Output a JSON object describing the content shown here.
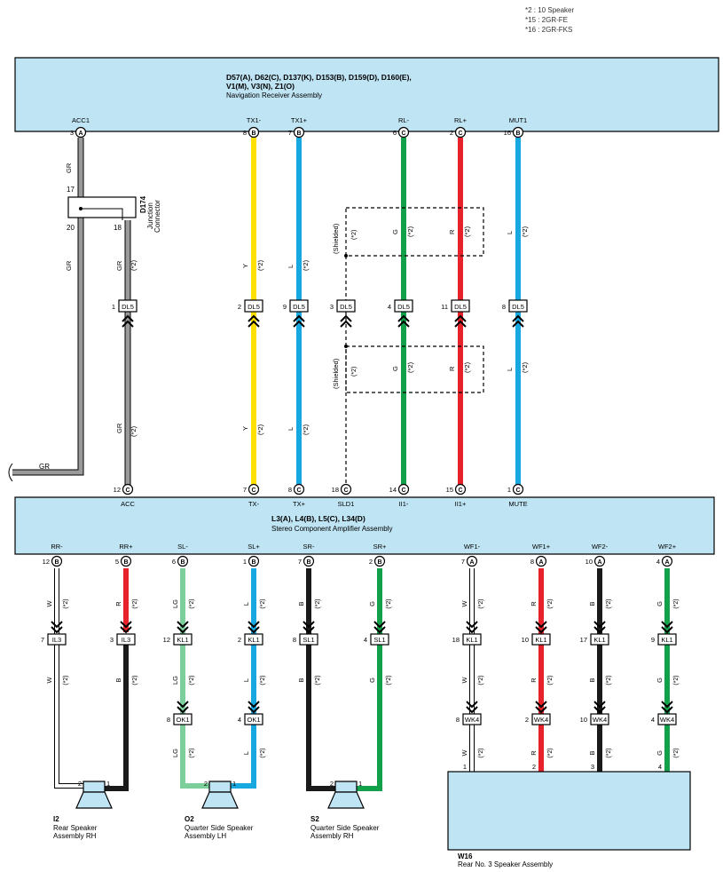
{
  "notes": [
    "*2 : 10 Speaker",
    "*15 : 2GR-FE",
    "*16 : 2GR-FKS"
  ],
  "navigation": {
    "codes_line1": "D57(A), D62(C), D137(K), D153(B), D159(D), D160(E),",
    "codes_line2": "V1(M), V3(N), Z1(O)",
    "name": "Navigation Receiver Assembly",
    "terminals": [
      {
        "label": "ACC1",
        "pin": "3",
        "conn": "A"
      },
      {
        "label": "TX1-",
        "pin": "8",
        "conn": "B"
      },
      {
        "label": "TX1+",
        "pin": "7",
        "conn": "B"
      },
      {
        "label": "RL-",
        "pin": "6",
        "conn": "C"
      },
      {
        "label": "RL+",
        "pin": "2",
        "conn": "C"
      },
      {
        "label": "MUT1",
        "pin": "16",
        "conn": "B"
      }
    ]
  },
  "junction": {
    "code": "D174",
    "name_line1": "Junction",
    "name_line2": "Connector",
    "pin_top": "17",
    "pin_left": "20",
    "pin_right": "18"
  },
  "dl5": {
    "name": "DL5",
    "pins": [
      "1",
      "2",
      "9",
      "3",
      "4",
      "11",
      "8"
    ]
  },
  "upper_wires": [
    {
      "color_code": "GR",
      "note": "(*2)"
    },
    {
      "color_code": "Y",
      "note": "(*2)"
    },
    {
      "color_code": "L",
      "note": "(*2)"
    },
    {
      "color_code": "G",
      "note": "(*2)"
    },
    {
      "color_code": "R",
      "note": "(*2)"
    },
    {
      "color_code": "L",
      "note": "(*2)"
    }
  ],
  "acc_wire_code": "GR",
  "shielded": {
    "label": "(Shielded)",
    "note": "(*2)"
  },
  "side_wire_code": "GR",
  "amplifier": {
    "codes": "L3(A), L4(B), L5(C), L34(D)",
    "name": "Stereo Component Amplifier Assembly",
    "top_terminals": [
      {
        "label": "ACC",
        "pin": "12",
        "conn": "C"
      },
      {
        "label": "TX-",
        "pin": "7",
        "conn": "C"
      },
      {
        "label": "TX+",
        "pin": "8",
        "conn": "C"
      },
      {
        "label": "SLD1",
        "pin": "18",
        "conn": "C"
      },
      {
        "label": "II1-",
        "pin": "14",
        "conn": "C"
      },
      {
        "label": "II1+",
        "pin": "15",
        "conn": "C"
      },
      {
        "label": "MUTE",
        "pin": "1",
        "conn": "C"
      }
    ],
    "bottom_terminals": [
      {
        "label": "RR-",
        "pin": "12",
        "conn": "B"
      },
      {
        "label": "RR+",
        "pin": "5",
        "conn": "B"
      },
      {
        "label": "SL-",
        "pin": "6",
        "conn": "B"
      },
      {
        "label": "SL+",
        "pin": "1",
        "conn": "B"
      },
      {
        "label": "SR-",
        "pin": "7",
        "conn": "B"
      },
      {
        "label": "SR+",
        "pin": "2",
        "conn": "B"
      },
      {
        "label": "WF1-",
        "pin": "7",
        "conn": "A"
      },
      {
        "label": "WF1+",
        "pin": "8",
        "conn": "A"
      },
      {
        "label": "WF2-",
        "pin": "10",
        "conn": "A"
      },
      {
        "label": "WF2+",
        "pin": "4",
        "conn": "A"
      }
    ]
  },
  "lower_wires": [
    {
      "color_code": "W",
      "c1": "IL3",
      "p1": "7",
      "c2": "",
      "p2": ""
    },
    {
      "color_code": "R",
      "c1": "IL3",
      "p1": "3",
      "color_code2": "B",
      "c2": "",
      "p2": ""
    },
    {
      "color_code": "LG",
      "c1": "KL1",
      "p1": "12",
      "c2": "OK1",
      "p2": "8"
    },
    {
      "color_code": "L",
      "c1": "KL1",
      "p1": "2",
      "c2": "OK1",
      "p2": "4"
    },
    {
      "color_code": "B",
      "c1": "SL1",
      "p1": "8",
      "c2": "",
      "p2": ""
    },
    {
      "color_code": "G",
      "c1": "SL1",
      "p1": "4",
      "c2": "",
      "p2": ""
    },
    {
      "color_code": "W",
      "c1": "KL1",
      "p1": "18",
      "c2": "WK4",
      "p2": "8"
    },
    {
      "color_code": "R",
      "c1": "KL1",
      "p1": "10",
      "c2": "WK4",
      "p2": "2"
    },
    {
      "color_code": "B",
      "c1": "KL1",
      "p1": "17",
      "c2": "WK4",
      "p2": "10"
    },
    {
      "color_code": "G",
      "c1": "KL1",
      "p1": "9",
      "c2": "WK4",
      "p2": "4"
    }
  ],
  "speakers": [
    {
      "code": "I2",
      "line1": "Rear Speaker",
      "line2": "Assembly RH"
    },
    {
      "code": "O2",
      "line1": "Quarter Side Speaker",
      "line2": "Assembly LH"
    },
    {
      "code": "S2",
      "line1": "Quarter Side Speaker",
      "line2": "Assembly RH"
    }
  ],
  "w16": {
    "code": "W16",
    "name": "Rear No. 3 Speaker Assembly",
    "pins": [
      "1",
      "2",
      "3",
      "4"
    ],
    "polarity": [
      "-",
      "+",
      "-",
      "+"
    ]
  },
  "wire_colors": {
    "GR": "#9a9a9a",
    "Y": "#ffe000",
    "L": "#18a8e0",
    "G": "#12a14a",
    "R": "#e8222a",
    "B": "#1a1a1a",
    "W": "#ffffff",
    "LG": "#7ccf9a"
  },
  "assembly_fill": "#bfe4f4"
}
